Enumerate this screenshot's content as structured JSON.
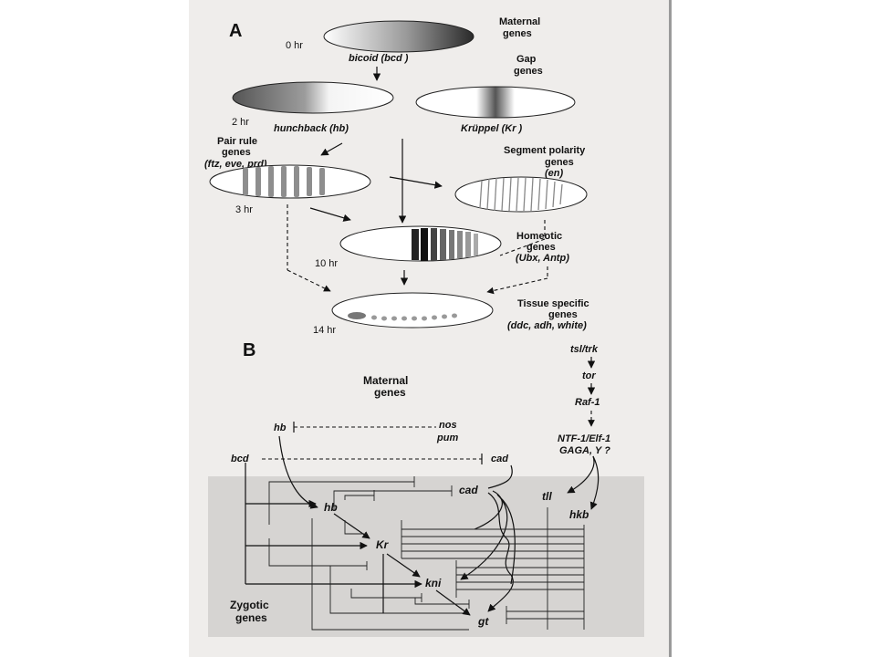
{
  "panels": {
    "a": "A",
    "b": "B"
  },
  "panel_a": {
    "maternal_label": [
      "Maternal",
      "genes"
    ],
    "time_0": "0 hr",
    "bicoid": "bicoid   (bcd )",
    "gap_label": [
      "Gap",
      "genes"
    ],
    "time_2": "2 hr",
    "hunchback": "hunchback   (hb)",
    "kruppel": "Krüppel   (Kr )",
    "pair_rule_label": [
      "Pair rule",
      "genes"
    ],
    "pair_rule_genes": "(ftz, eve, prd)",
    "segment_polarity_label": [
      "Segment polarity",
      "genes"
    ],
    "segment_polarity_gene": "(en)",
    "time_3": "3 hr",
    "homeotic_label": [
      "Homeotic",
      "genes"
    ],
    "homeotic_genes": "(Ubx, Antp)",
    "time_10": "10 hr",
    "tissue_label": [
      "Tissue specific",
      "genes"
    ],
    "tissue_genes": "(ddc, adh, white)",
    "time_14": "14 hr"
  },
  "panel_b": {
    "maternal_label": [
      "Maternal",
      "genes"
    ],
    "zygotic_label": [
      "Zygotic",
      "genes"
    ],
    "pathway": [
      "tsl/trk",
      "tor",
      "Raf-1",
      "NTF-1/Elf-1",
      "GAGA, Y ?"
    ],
    "genes": {
      "hb_top": "hb",
      "nos": "nos",
      "pum": "pum",
      "bcd": "bcd",
      "cad_top": "cad",
      "cad": "cad",
      "hb": "hb",
      "kr": "Kr",
      "kni": "kni",
      "gt": "gt",
      "tll": "tll",
      "hkb": "hkb"
    }
  },
  "colors": {
    "page": "#efedeb",
    "shaded_region": "#d6d4d2",
    "ink": "#111111"
  }
}
